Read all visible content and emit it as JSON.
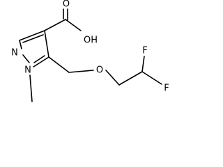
{
  "molecule": {
    "atoms": {
      "carboxyl_oxygen_double": "O",
      "hydroxyl": "OH",
      "ring_nitrogen_imine": "N",
      "ring_nitrogen_methyl": "N",
      "ether_oxygen": "O",
      "fluorine_top": "F",
      "fluorine_right": "F"
    }
  }
}
